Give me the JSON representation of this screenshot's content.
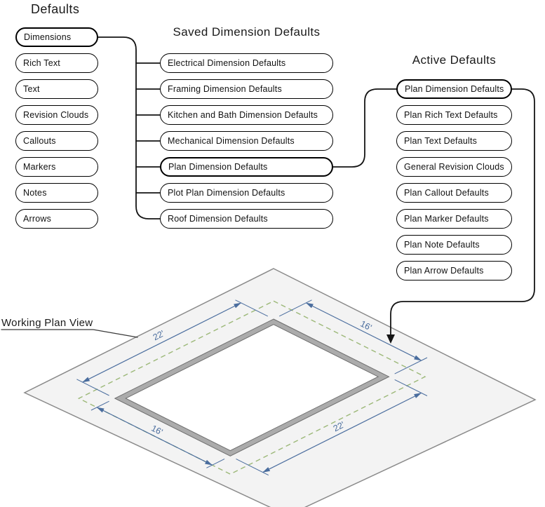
{
  "columns": {
    "defaults": {
      "heading": "Defaults",
      "items": [
        "Dimensions",
        "Rich Text",
        "Text",
        "Revision Clouds",
        "Callouts",
        "Markers",
        "Notes",
        "Arrows"
      ],
      "selected_item": "Dimensions"
    },
    "saved": {
      "heading": "Saved Dimension Defaults",
      "items": [
        "Electrical Dimension Defaults",
        "Framing Dimension Defaults",
        "Kitchen and Bath Dimension Defaults",
        "Mechanical Dimension Defaults",
        "Plan Dimension Defaults",
        "Plot Plan Dimension Defaults",
        "Roof Dimension Defaults"
      ],
      "selected_item": "Plan Dimension Defaults"
    },
    "active": {
      "heading": "Active Defaults",
      "items": [
        "Plan Dimension Defaults",
        "Plan Rich Text Defaults",
        "Plan Text Defaults",
        "General Revision Clouds",
        "Plan Callout Defaults",
        "Plan Marker Defaults",
        "Plan Note Defaults",
        "Plan Arrow Defaults"
      ],
      "selected_item": "Plan Dimension Defaults"
    }
  },
  "plan_view": {
    "label": "Working Plan View",
    "dimensions": {
      "top_left": "22'",
      "top_right": "16'",
      "bottom_right": "22'",
      "bottom_left": "16'"
    },
    "colors": {
      "dimension_blue": "#4a6d9e",
      "guide_green": "#9cb878",
      "wall_gray": "#ababab",
      "plane_gray": "#f3f3f3",
      "connector_black": "#141414"
    }
  }
}
